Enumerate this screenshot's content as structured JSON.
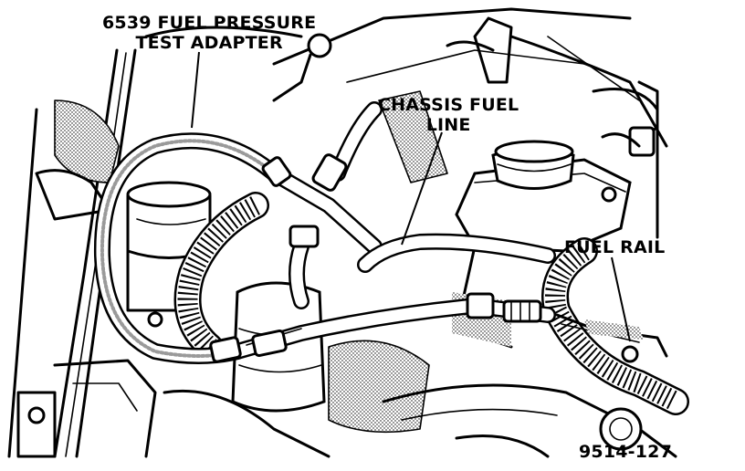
{
  "callouts": {
    "test_adapter": {
      "line1": "6539 FUEL PRESSURE",
      "line2": "TEST ADAPTER"
    },
    "chassis_fuel_line": {
      "line1": "CHASSIS FUEL",
      "line2": "LINE"
    },
    "fuel_rail": "FUEL RAIL",
    "figure_number": "9514-127"
  }
}
